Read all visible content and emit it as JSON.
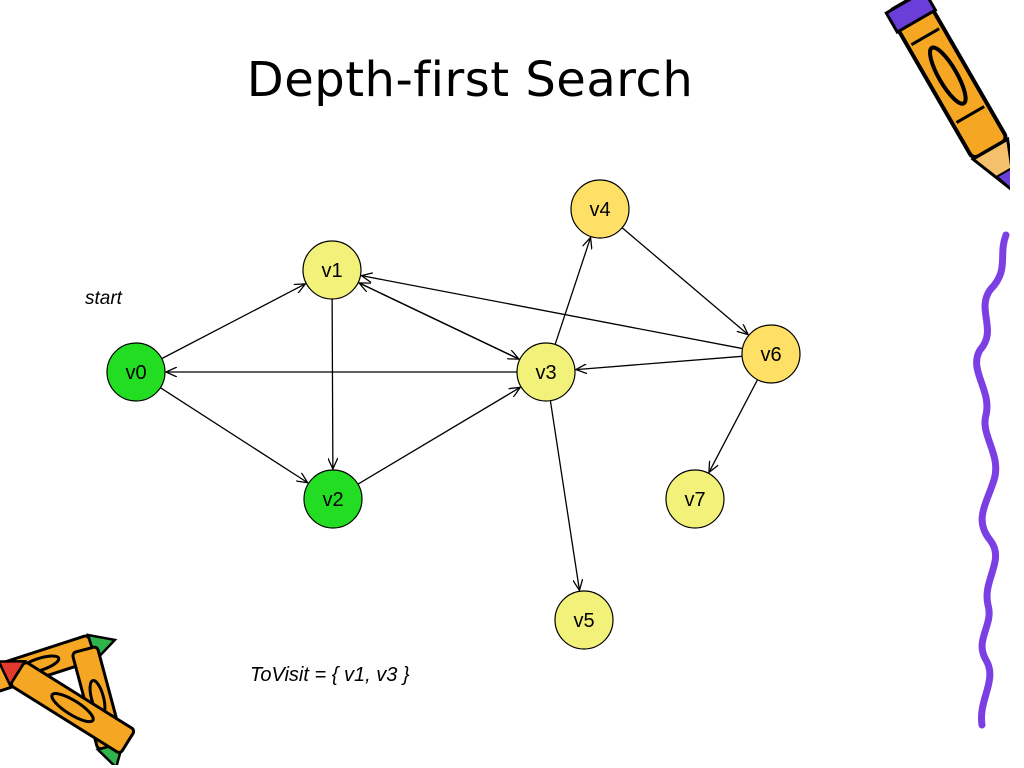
{
  "slide": {
    "title": "Depth-first Search",
    "start_label": "start",
    "to_visit_text": "ToVisit = { v1, v3 }"
  },
  "graph": {
    "nodes": [
      {
        "id": "v0",
        "label": "v0",
        "state": "visited"
      },
      {
        "id": "v1",
        "label": "v1",
        "state": "unvisited"
      },
      {
        "id": "v2",
        "label": "v2",
        "state": "visited"
      },
      {
        "id": "v3",
        "label": "v3",
        "state": "unvisited"
      },
      {
        "id": "v4",
        "label": "v4",
        "state": "unvisited"
      },
      {
        "id": "v5",
        "label": "v5",
        "state": "unvisited"
      },
      {
        "id": "v6",
        "label": "v6",
        "state": "unvisited"
      },
      {
        "id": "v7",
        "label": "v7",
        "state": "unvisited"
      }
    ],
    "edges": [
      {
        "from": "v0",
        "to": "v1"
      },
      {
        "from": "v0",
        "to": "v2"
      },
      {
        "from": "v1",
        "to": "v2"
      },
      {
        "from": "v1",
        "to": "v3"
      },
      {
        "from": "v2",
        "to": "v3"
      },
      {
        "from": "v3",
        "to": "v0"
      },
      {
        "from": "v3",
        "to": "v1"
      },
      {
        "from": "v3",
        "to": "v4"
      },
      {
        "from": "v3",
        "to": "v5"
      },
      {
        "from": "v4",
        "to": "v6"
      },
      {
        "from": "v6",
        "to": "v3"
      },
      {
        "from": "v6",
        "to": "v1"
      },
      {
        "from": "v6",
        "to": "v7"
      }
    ],
    "colors": {
      "visited_fill": "#22DD22",
      "unvisited_fill": "#F2F27A",
      "v4_v6_fill": "#FFE066",
      "stroke": "#000000"
    }
  },
  "decorations": {
    "pencil_top_right": "crayon-icon",
    "pencils_bottom_left": "crayons-icon",
    "wavy_border_right": "wavy-line-icon"
  }
}
